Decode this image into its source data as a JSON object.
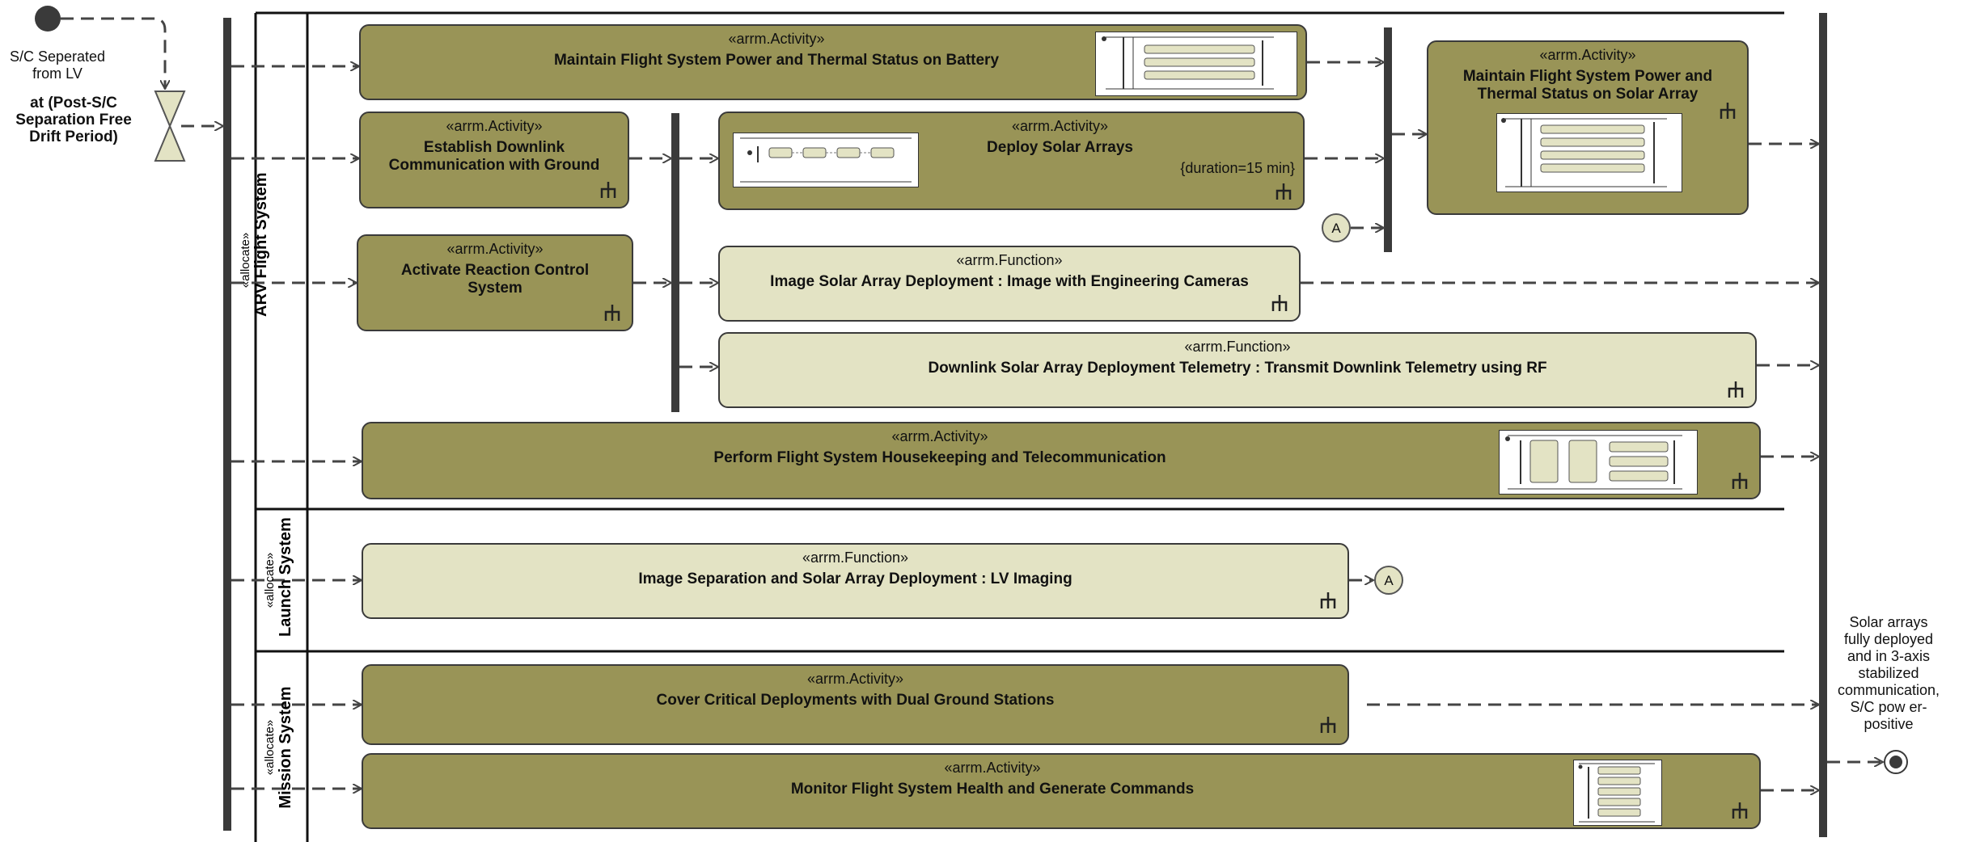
{
  "start": {
    "event_label": "S/C Seperated\nfrom LV",
    "time_event_label": "at (Post-S/C\nSeparation Free\nDrift Period)"
  },
  "end": {
    "final_note": "Solar arrays\nfully deployed\nand in 3-axis\nstabilized\ncommunication,\nS/C pow er-\npositive"
  },
  "connector_label": "A",
  "lanes": [
    {
      "stereotype": "«allocate»",
      "name": "ARV Flight System"
    },
    {
      "stereotype": "«allocate»",
      "name": "Launch System"
    },
    {
      "stereotype": "«allocate»",
      "name": "Mission System"
    }
  ],
  "nodes": [
    {
      "stereotype": "«arrm.Activity»",
      "title": "Maintain Flight System Power and Thermal Status on Battery"
    },
    {
      "stereotype": "«arrm.Activity»",
      "title": "Maintain Flight System Power and\nThermal Status on Solar Array"
    },
    {
      "stereotype": "«arrm.Activity»",
      "title": "Establish Downlink\nCommunication with Ground"
    },
    {
      "stereotype": "«arrm.Activity»",
      "title": "Deploy Solar Arrays",
      "constraint": "{duration=15 min}"
    },
    {
      "stereotype": "«arrm.Activity»",
      "title": "Activate Reaction Control\nSystem"
    },
    {
      "stereotype": "«arrm.Function»",
      "title": "Image Solar Array Deployment : Image with Engineering Cameras"
    },
    {
      "stereotype": "«arrm.Function»",
      "title": "Downlink Solar Array Deployment Telemetry : Transmit Downlink Telemetry using RF"
    },
    {
      "stereotype": "«arrm.Activity»",
      "title": "Perform Flight System Housekeeping and Telecommunication"
    },
    {
      "stereotype": "«arrm.Function»",
      "title": "Image Separation and Solar Array Deployment : LV Imaging"
    },
    {
      "stereotype": "«arrm.Activity»",
      "title": "Cover Critical Deployments with Dual Ground Stations"
    },
    {
      "stereotype": "«arrm.Activity»",
      "title": "Monitor Flight System Health and Generate Commands"
    }
  ],
  "colors": {
    "activity_fill": "#999457",
    "function_fill": "#e3e3c4",
    "bar": "#3a3a3a",
    "line": "#444444"
  }
}
